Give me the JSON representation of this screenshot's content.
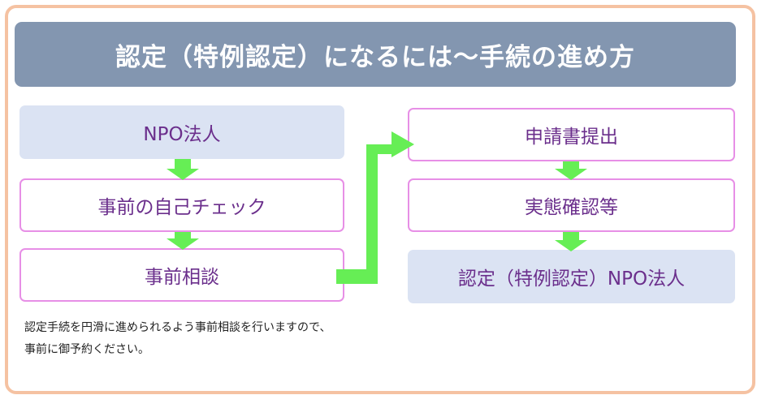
{
  "title": "認定（特例認定）になるには〜手続の進め方",
  "left_column": [
    {
      "label": "NPO法人",
      "style": "filled"
    },
    {
      "label": "事前の自己チェック",
      "style": "outlined"
    },
    {
      "label": "事前相談",
      "style": "outlined"
    }
  ],
  "right_column": [
    {
      "label": "申請書提出",
      "style": "outlined"
    },
    {
      "label": "実態確認等",
      "style": "outlined"
    },
    {
      "label": "認定（特例認定）NPO法人",
      "style": "filled"
    }
  ],
  "note": {
    "line1": "認定手続を円滑に進められるよう事前相談を行いますので、",
    "line2": "事前に御予約ください。"
  },
  "colors": {
    "banner": "#8396b0",
    "arrow": "#66ee55",
    "box_text": "#6b2f8c",
    "box_border": "#e78fe6",
    "box_fill": "#dbe3f3",
    "frame_border": "#f5c2a2"
  }
}
